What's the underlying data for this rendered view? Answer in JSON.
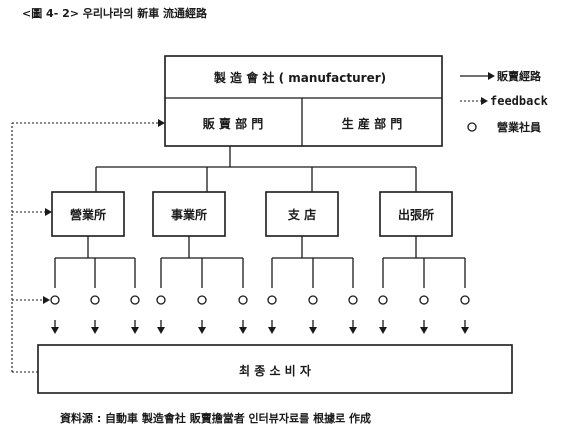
{
  "figure": {
    "caption": "<圖 4- 2> 우리나라의 新車 流通經路",
    "source": "資料源 : 自動車 製造會社 販賣擔當者 인터뷰자료를 根據로 作成"
  },
  "manufacturer": {
    "title": "製 造 會 社 ( manufacturer)",
    "departments": [
      "販 賣 部 門",
      "生 産 部 門"
    ]
  },
  "branches": [
    "營業所",
    "事業所",
    "支 店",
    "出張所"
  ],
  "consumer": "최 종 소 비 자",
  "legend": {
    "sales_route": "販賣經路",
    "feedback": "feedback",
    "circle_label": "營業社員"
  },
  "colors": {
    "ink": "#1a1a1a",
    "background": "#ffffff"
  }
}
